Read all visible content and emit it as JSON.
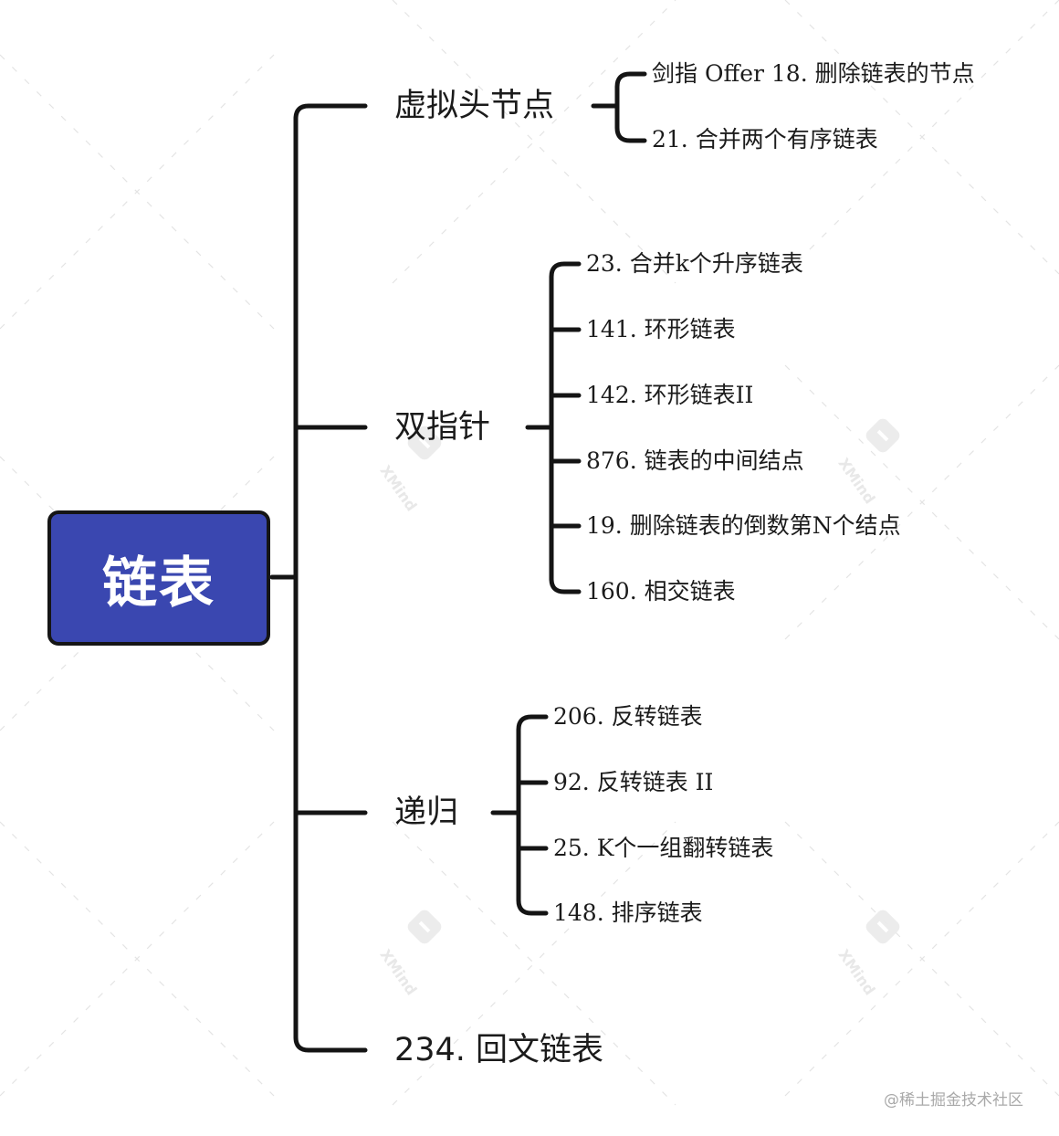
{
  "root": {
    "label": "链表"
  },
  "topics": {
    "dummy_head": {
      "label": "虚拟头节点",
      "items": [
        "剑指 Offer 18. 删除链表的节点",
        "21. 合并两个有序链表"
      ]
    },
    "two_pointers": {
      "label": "双指针",
      "items": [
        "23. 合并k个升序链表",
        "141. 环形链表",
        "142. 环形链表II",
        "876. 链表的中间结点",
        "19. 删除链表的倒数第N个结点",
        "160. 相交链表"
      ]
    },
    "recursion": {
      "label": "递归",
      "items": [
        "206. 反转链表",
        "92. 反转链表 II",
        "25. K个一组翻转链表",
        "148. 排序链表"
      ]
    },
    "palindrome": {
      "label": "234. 回文链表"
    }
  },
  "watermark": {
    "brand": "XMind",
    "credit": "@稀土掘金技术社区"
  },
  "colors": {
    "root_fill": "#3a47b0",
    "line": "#141414",
    "text": "#1b1b1b"
  }
}
